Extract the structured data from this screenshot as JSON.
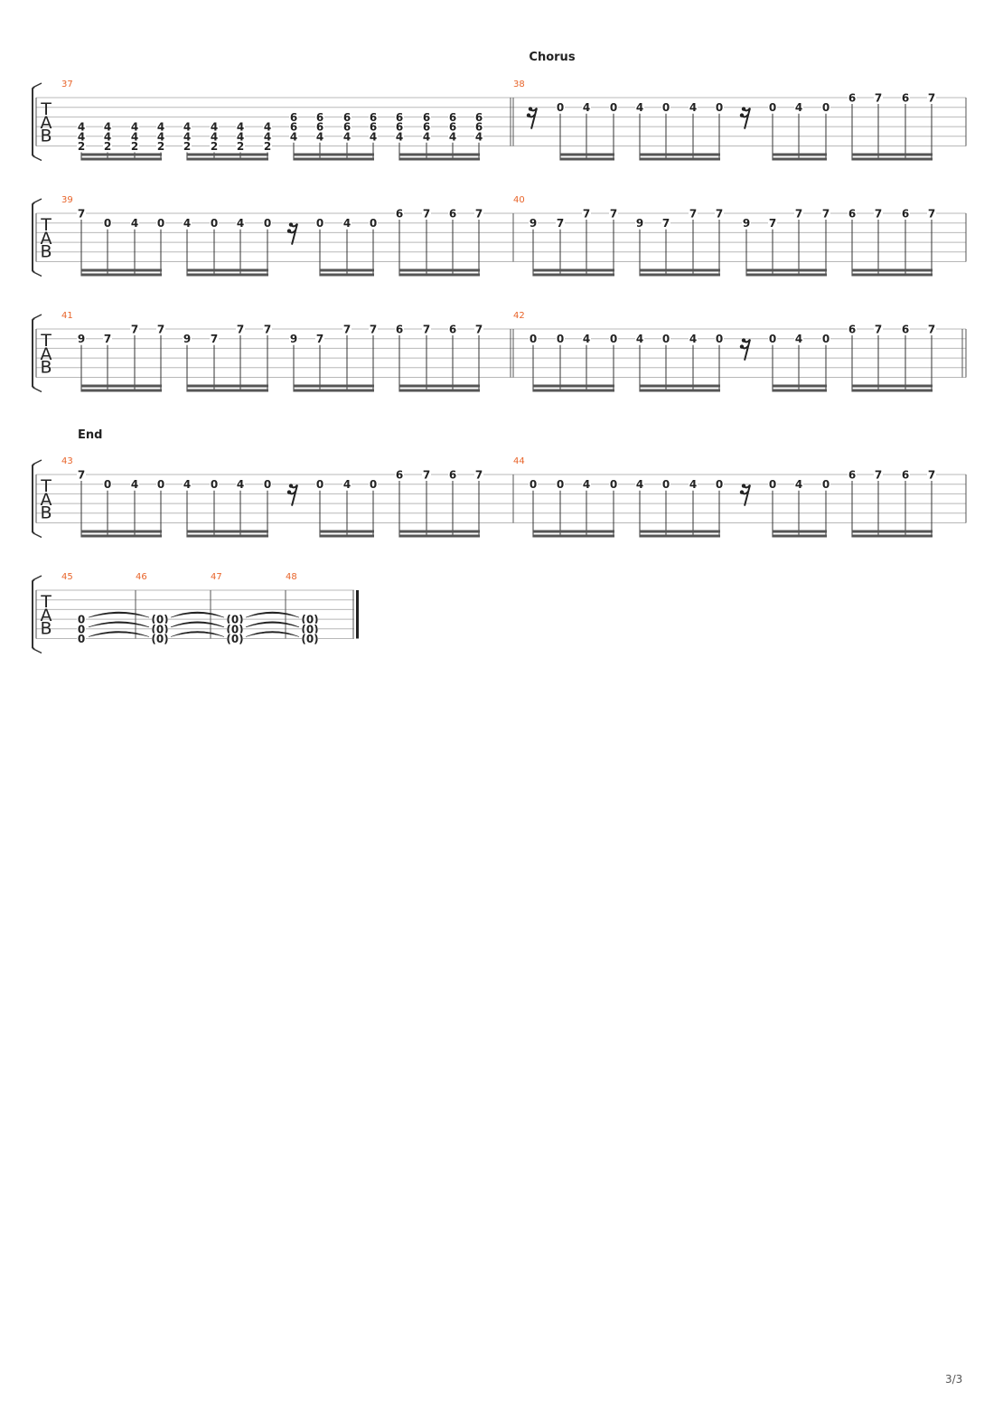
{
  "sections": [
    {
      "text": "Chorus",
      "measure": "38"
    },
    {
      "text": "End",
      "measure": "43"
    }
  ],
  "tab_clef": [
    "T",
    "A",
    "B"
  ],
  "page_number": "3/3",
  "measure_number_color": "#e8642a",
  "systems": [
    {
      "measures": [
        {
          "number": "37",
          "groups": [
            [
              [
                [
                  "4",
                  4
                ],
                [
                  "4",
                  5
                ],
                [
                  "2",
                  6
                ]
              ],
              [
                [
                  "4",
                  4
                ],
                [
                  "4",
                  5
                ],
                [
                  "2",
                  6
                ]
              ],
              [
                [
                  "4",
                  4
                ],
                [
                  "4",
                  5
                ],
                [
                  "2",
                  6
                ]
              ],
              [
                [
                  "4",
                  4
                ],
                [
                  "4",
                  5
                ],
                [
                  "2",
                  6
                ]
              ]
            ],
            [
              [
                [
                  "4",
                  4
                ],
                [
                  "4",
                  5
                ],
                [
                  "2",
                  6
                ]
              ],
              [
                [
                  "4",
                  4
                ],
                [
                  "4",
                  5
                ],
                [
                  "2",
                  6
                ]
              ],
              [
                [
                  "4",
                  4
                ],
                [
                  "4",
                  5
                ],
                [
                  "2",
                  6
                ]
              ],
              [
                [
                  "4",
                  4
                ],
                [
                  "4",
                  5
                ],
                [
                  "2",
                  6
                ]
              ]
            ],
            [
              [
                [
                  "6",
                  3
                ],
                [
                  "6",
                  4
                ],
                [
                  "4",
                  5
                ]
              ],
              [
                [
                  "6",
                  3
                ],
                [
                  "6",
                  4
                ],
                [
                  "4",
                  5
                ]
              ],
              [
                [
                  "6",
                  3
                ],
                [
                  "6",
                  4
                ],
                [
                  "4",
                  5
                ]
              ],
              [
                [
                  "6",
                  3
                ],
                [
                  "6",
                  4
                ],
                [
                  "4",
                  5
                ]
              ]
            ],
            [
              [
                [
                  "6",
                  3
                ],
                [
                  "6",
                  4
                ],
                [
                  "4",
                  5
                ]
              ],
              [
                [
                  "6",
                  3
                ],
                [
                  "6",
                  4
                ],
                [
                  "4",
                  5
                ]
              ],
              [
                [
                  "6",
                  3
                ],
                [
                  "6",
                  4
                ],
                [
                  "4",
                  5
                ]
              ],
              [
                [
                  "6",
                  3
                ],
                [
                  "6",
                  4
                ],
                [
                  "4",
                  5
                ]
              ]
            ]
          ]
        },
        {
          "number": "38",
          "repeat_start": true,
          "groups": [
            [
              [
                "rest"
              ],
              [
                [
                  "0",
                  2
                ]
              ],
              [
                [
                  "4",
                  2
                ]
              ],
              [
                [
                  "0",
                  2
                ]
              ]
            ],
            [
              [
                [
                  "4",
                  2
                ]
              ],
              [
                [
                  "0",
                  2
                ]
              ],
              [
                [
                  "4",
                  2
                ]
              ],
              [
                [
                  "0",
                  2
                ]
              ]
            ],
            [
              [
                "rest"
              ],
              [
                [
                  "0",
                  2
                ]
              ],
              [
                [
                  "4",
                  2
                ]
              ],
              [
                [
                  "0",
                  2
                ]
              ]
            ],
            [
              [
                [
                  "6",
                  1
                ]
              ],
              [
                [
                  "7",
                  1
                ]
              ],
              [
                [
                  "6",
                  1
                ]
              ],
              [
                [
                  "7",
                  1
                ]
              ]
            ]
          ]
        }
      ]
    },
    {
      "measures": [
        {
          "number": "39",
          "groups": [
            [
              [
                [
                  "7",
                  1
                ]
              ],
              [
                [
                  "0",
                  2
                ]
              ],
              [
                [
                  "4",
                  2
                ]
              ],
              [
                [
                  "0",
                  2
                ]
              ]
            ],
            [
              [
                [
                  "4",
                  2
                ]
              ],
              [
                [
                  "0",
                  2
                ]
              ],
              [
                [
                  "4",
                  2
                ]
              ],
              [
                [
                  "0",
                  2
                ]
              ]
            ],
            [
              [
                "rest"
              ],
              [
                [
                  "0",
                  2
                ]
              ],
              [
                [
                  "4",
                  2
                ]
              ],
              [
                [
                  "0",
                  2
                ]
              ]
            ],
            [
              [
                [
                  "6",
                  1
                ]
              ],
              [
                [
                  "7",
                  1
                ]
              ],
              [
                [
                  "6",
                  1
                ]
              ],
              [
                [
                  "7",
                  1
                ]
              ]
            ]
          ]
        },
        {
          "number": "40",
          "groups": [
            [
              [
                [
                  "9",
                  2
                ]
              ],
              [
                [
                  "7",
                  2
                ]
              ],
              [
                [
                  "7",
                  1
                ]
              ],
              [
                [
                  "7",
                  1
                ]
              ]
            ],
            [
              [
                [
                  "9",
                  2
                ]
              ],
              [
                [
                  "7",
                  2
                ]
              ],
              [
                [
                  "7",
                  1
                ]
              ],
              [
                [
                  "7",
                  1
                ]
              ]
            ],
            [
              [
                [
                  "9",
                  2
                ]
              ],
              [
                [
                  "7",
                  2
                ]
              ],
              [
                [
                  "7",
                  1
                ]
              ],
              [
                [
                  "7",
                  1
                ]
              ]
            ],
            [
              [
                [
                  "6",
                  1
                ]
              ],
              [
                [
                  "7",
                  1
                ]
              ],
              [
                [
                  "6",
                  1
                ]
              ],
              [
                [
                  "7",
                  1
                ]
              ]
            ]
          ]
        }
      ]
    },
    {
      "measures": [
        {
          "number": "41",
          "groups": [
            [
              [
                [
                  "9",
                  2
                ]
              ],
              [
                [
                  "7",
                  2
                ]
              ],
              [
                [
                  "7",
                  1
                ]
              ],
              [
                [
                  "7",
                  1
                ]
              ]
            ],
            [
              [
                [
                  "9",
                  2
                ]
              ],
              [
                [
                  "7",
                  2
                ]
              ],
              [
                [
                  "7",
                  1
                ]
              ],
              [
                [
                  "7",
                  1
                ]
              ]
            ],
            [
              [
                [
                  "9",
                  2
                ]
              ],
              [
                [
                  "7",
                  2
                ]
              ],
              [
                [
                  "7",
                  1
                ]
              ],
              [
                [
                  "7",
                  1
                ]
              ]
            ],
            [
              [
                [
                  "6",
                  1
                ]
              ],
              [
                [
                  "7",
                  1
                ]
              ],
              [
                [
                  "6",
                  1
                ]
              ],
              [
                [
                  "7",
                  1
                ]
              ]
            ]
          ]
        },
        {
          "number": "42",
          "repeat_start": true,
          "repeat_end": true,
          "groups": [
            [
              [
                [
                  "0",
                  2
                ]
              ],
              [
                [
                  "0",
                  2
                ]
              ],
              [
                [
                  "4",
                  2
                ]
              ],
              [
                [
                  "0",
                  2
                ]
              ]
            ],
            [
              [
                [
                  "4",
                  2
                ]
              ],
              [
                [
                  "0",
                  2
                ]
              ],
              [
                [
                  "4",
                  2
                ]
              ],
              [
                [
                  "0",
                  2
                ]
              ]
            ],
            [
              [
                "rest"
              ],
              [
                [
                  "0",
                  2
                ]
              ],
              [
                [
                  "4",
                  2
                ]
              ],
              [
                [
                  "0",
                  2
                ]
              ]
            ],
            [
              [
                [
                  "6",
                  1
                ]
              ],
              [
                [
                  "7",
                  1
                ]
              ],
              [
                [
                  "6",
                  1
                ]
              ],
              [
                [
                  "7",
                  1
                ]
              ]
            ]
          ]
        }
      ]
    },
    {
      "measures": [
        {
          "number": "43",
          "groups": [
            [
              [
                [
                  "7",
                  1
                ]
              ],
              [
                [
                  "0",
                  2
                ]
              ],
              [
                [
                  "4",
                  2
                ]
              ],
              [
                [
                  "0",
                  2
                ]
              ]
            ],
            [
              [
                [
                  "4",
                  2
                ]
              ],
              [
                [
                  "0",
                  2
                ]
              ],
              [
                [
                  "4",
                  2
                ]
              ],
              [
                [
                  "0",
                  2
                ]
              ]
            ],
            [
              [
                "rest"
              ],
              [
                [
                  "0",
                  2
                ]
              ],
              [
                [
                  "4",
                  2
                ]
              ],
              [
                [
                  "0",
                  2
                ]
              ]
            ],
            [
              [
                [
                  "6",
                  1
                ]
              ],
              [
                [
                  "7",
                  1
                ]
              ],
              [
                [
                  "6",
                  1
                ]
              ],
              [
                [
                  "7",
                  1
                ]
              ]
            ]
          ]
        },
        {
          "number": "44",
          "groups": [
            [
              [
                [
                  "0",
                  2
                ]
              ],
              [
                [
                  "0",
                  2
                ]
              ],
              [
                [
                  "4",
                  2
                ]
              ],
              [
                [
                  "0",
                  2
                ]
              ]
            ],
            [
              [
                [
                  "4",
                  2
                ]
              ],
              [
                [
                  "0",
                  2
                ]
              ],
              [
                [
                  "4",
                  2
                ]
              ],
              [
                [
                  "0",
                  2
                ]
              ]
            ],
            [
              [
                "rest"
              ],
              [
                [
                  "0",
                  2
                ]
              ],
              [
                [
                  "4",
                  2
                ]
              ],
              [
                [
                  "0",
                  2
                ]
              ]
            ],
            [
              [
                [
                  "6",
                  1
                ]
              ],
              [
                [
                  "7",
                  1
                ]
              ],
              [
                [
                  "6",
                  1
                ]
              ],
              [
                [
                  "7",
                  1
                ]
              ]
            ]
          ]
        }
      ]
    },
    {
      "final": [
        {
          "number": "45",
          "frets": [
            "0",
            "0",
            "0"
          ]
        },
        {
          "number": "46",
          "frets": [
            "(0)",
            "(0)",
            "(0)"
          ]
        },
        {
          "number": "47",
          "frets": [
            "(0)",
            "(0)",
            "(0)"
          ]
        },
        {
          "number": "48",
          "frets": [
            "(0)",
            "(0)",
            "(0)"
          ]
        }
      ],
      "strings": [
        4,
        5,
        6
      ]
    }
  ]
}
